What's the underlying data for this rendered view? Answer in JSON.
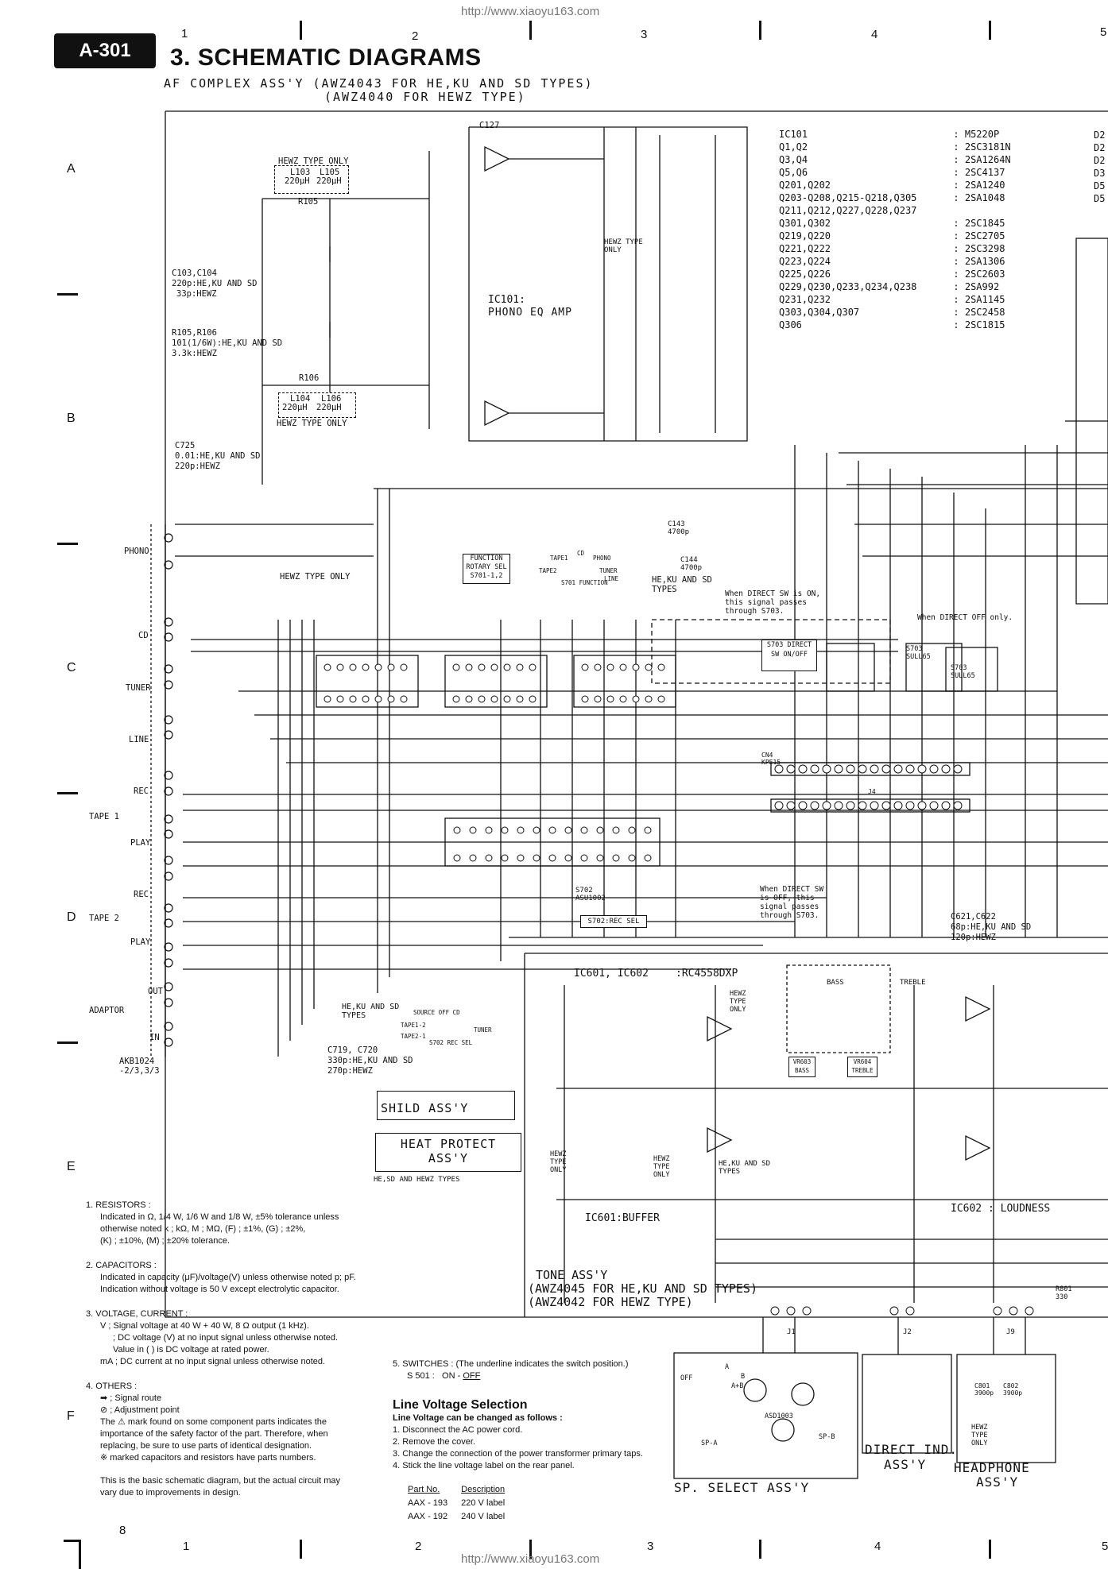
{
  "page": {
    "badge": "A-301",
    "title": "3. SCHEMATIC DIAGRAMS",
    "subtitle_line1": "AF COMPLEX  ASS'Y (AWZ4043 FOR HE,KU AND SD TYPES)",
    "subtitle_line2": "(AWZ4040 FOR HEWZ TYPE)",
    "url_top": "http://www.xiaoyu163.com",
    "url_bottom": "http://www.xiaoyu163.com",
    "page_number": "8",
    "column_numbers": [
      "1",
      "2",
      "3",
      "4",
      "5"
    ],
    "row_letters": [
      "A",
      "B",
      "C",
      "D",
      "E",
      "F"
    ]
  },
  "transistor_list": {
    "header_left": "IC101",
    "header_right": ": M5220P",
    "rows": [
      {
        "ref": "Q1,Q2",
        "part": ": 2SC3181N"
      },
      {
        "ref": "Q3,Q4",
        "part": ": 2SA1264N"
      },
      {
        "ref": "Q5,Q6",
        "part": ": 2SC4137"
      },
      {
        "ref": "Q201,Q202",
        "part": ": 2SA1240"
      },
      {
        "ref": "Q203-Q208,Q215-Q218,Q305",
        "part": ": 2SA1048"
      },
      {
        "ref": "Q211,Q212,Q227,Q228,Q237",
        "part": ""
      },
      {
        "ref": "Q301,Q302",
        "part": ": 2SC1845"
      },
      {
        "ref": "Q219,Q220",
        "part": ": 2SC2705"
      },
      {
        "ref": "Q221,Q222",
        "part": ": 2SC3298"
      },
      {
        "ref": "Q223,Q224",
        "part": ": 2SA1306"
      },
      {
        "ref": "Q225,Q226",
        "part": ": 2SC2603"
      },
      {
        "ref": "Q229,Q230,Q233,Q234,Q238",
        "part": ": 2SA992"
      },
      {
        "ref": "Q231,Q232",
        "part": ": 2SA1145"
      },
      {
        "ref": "Q303,Q304,Q307",
        "part": ": 2SC2458"
      },
      {
        "ref": "Q306",
        "part": ": 2SC1815"
      }
    ],
    "right_edge": [
      "D2",
      "D2",
      "D2",
      "D3",
      "D5",
      "D5"
    ]
  },
  "left_labels": {
    "hewz_only_top": "HEWZ TYPE ONLY",
    "l103": "L103",
    "l105": "L105",
    "l_value": "220μH",
    "r105": "R105",
    "c103_c104": "C103,C104",
    "c103_line2": "220p:HE,KU AND SD",
    "c103_line3": "33p:HEWZ",
    "r105_r106": "R105,R106",
    "r105_line2": "101(1/6W):HE,KU AND SD",
    "r105_line3": "3.3k:HEWZ",
    "r106": "R106",
    "l104": "L104",
    "l106": "L106",
    "hewz_only_bottom": "HEWZ TYPE ONLY",
    "c725": "C725",
    "c725_line2": "0.01:HE,KU AND SD",
    "c725_line3": "220p:HEWZ",
    "phono": "PHONO",
    "hewz_type_only": "HEWZ TYPE ONLY",
    "cd": "CD",
    "tuner": "TUNER",
    "line": "LINE",
    "rec": "REC",
    "tape1": "TAPE 1",
    "play": "PLAY",
    "tape2": "TAPE 2",
    "rec2": "REC",
    "play2": "PLAY",
    "out": "OUT",
    "adaptor": "ADAPTOR",
    "in": "IN",
    "akb1024": "AKB1024 -2/3,3/3"
  },
  "center_labels": {
    "c127": "C127",
    "ic101_amp_title": "IC101:",
    "ic101_amp_sub": "PHONO EQ AMP",
    "hewz_type_only_mid": "HEWZ TYPE ONLY",
    "function_rotary": "FUNCTION ROTARY SEL",
    "s701": "S701-1,2",
    "tape1_lbl": "TAPE1",
    "cd_lbl": "CD",
    "phono_lbl": "PHONO",
    "tape2_lbl": "TAPE2",
    "tuner_lbl": "TUNER",
    "line_lbl": "LINE",
    "s701_function": "S701 FUNCTION",
    "he_ku_sd_types": "HE,KU AND SD TYPES",
    "c143": "C143 4700p",
    "c144": "C144 4700p",
    "direct_on_note": "When DIRECT SW is ON, this signal passes through S703.",
    "s703_box": "S703 DIRECT SW ON/OFF",
    "direct_off_only": "When DIRECT OFF only.",
    "s703_a": "S703 SULL65",
    "s703_b": "S703 SULL65",
    "cn4": "CN4 KPE15",
    "j4": "J4",
    "direct_off_note": "When DIRECT SW is OFF, this signal passes through S703.",
    "s702": "S702 ASU1002",
    "s702_rec": "S702:REC SEL",
    "hewz_type_only_right": "HEWZ TYPE ONLY",
    "he_ku_sd_mid": "HE,KU AND SD TYPES",
    "source_off_cd": "SOURCE  OFF  CD",
    "tape_1_2": "TAPE1-2",
    "tape_2_1": "TAPE2-1",
    "tuner2": "TUNER",
    "s702_rec_sel": "S702 REC SEL",
    "c719_c720": "C719, C720",
    "c719_line2": "330p:HE,KU AND SD",
    "c719_line3": "270p:HEWZ",
    "shild": "SHILD ASS'Y",
    "heat_protect_1": "HEAT PROTECT",
    "heat_protect_2": "ASS'Y",
    "he_sd_hewz": "HE,SD AND HEWZ TYPES",
    "ic601_602": "IC601, IC602",
    "rc4558": ":RC4558DXP",
    "bass": "BASS",
    "treble": "TREBLE",
    "vr603": "VR603 BASS",
    "vr604": "VR604 TREBLE",
    "c621_c622": "C621,C622",
    "c621_line2": "68p:HE,KU AND SD",
    "c621_line3": "120p:HEWZ",
    "hewz_only_tone1": "HEWZ TYPE ONLY",
    "hewz_only_tone2": "HEWZ TYPE ONLY",
    "he_ku_sd_tone": "HE,KU AND SD TYPES",
    "ic601_buffer": "IC601:BUFFER",
    "ic602_loudness": "IC602 : LOUDNESS",
    "hewz_type_only_b": "HEWZ TYPE ONLY",
    "tone_1": "TONE ASS'Y",
    "tone_2": "(AWZ4045 FOR HE,KU AND SD TYPES)",
    "tone_3": "(AWZ4042 FOR HEWZ TYPE)",
    "r801": "R801 330",
    "j1": "J1",
    "j2": "J2",
    "j9": "J9"
  },
  "bottom_boxes": {
    "sp_select": "SP. SELECT ASS'Y",
    "direct_ind_1": "DIRECT IND.",
    "direct_ind_2": "ASS'Y",
    "headphone_1": "HEADPHONE",
    "headphone_2": "ASS'Y",
    "asd1003": "ASD1003",
    "sp_a": "SP-A",
    "sp_b": "SP-B",
    "off": "OFF",
    "a": "A",
    "b": "B",
    "ab": "A+B",
    "c801": "C801 3900p",
    "c802": "C802 3900p",
    "hewz_only_hp": "HEWZ TYPE ONLY"
  },
  "notes": {
    "resistors_h": "1. RESISTORS :",
    "resistors_1": "Indicated in Ω, 1/4 W, 1/6 W and 1/8 W, ±5% tolerance unless",
    "resistors_2": "otherwise noted k ; kΩ, M ; MΩ, (F) ; ±1%, (G) ; ±2%,",
    "resistors_3": "(K) ; ±10%, (M) ; ±20% tolerance.",
    "capacitors_h": "2. CAPACITORS :",
    "capacitors_1": "Indicated in capacity (μF)/voltage(V) unless otherwise noted p; pF.",
    "capacitors_2": "Indication without voltage is 50 V except electrolytic capacitor.",
    "voltage_h": "3. VOLTAGE, CURRENT :",
    "voltage_1": "V ; Signal voltage at 40 W + 40 W, 8 Ω output (1 kHz).",
    "voltage_2": "; DC voltage (V) at no input signal unless otherwise noted.",
    "voltage_3": "Value in ( ) is DC voltage at rated power.",
    "voltage_4": "mA ; DC current at no input signal unless otherwise noted.",
    "others_h": "4. OTHERS :",
    "others_1": "➡ ; Signal route",
    "others_2": "⊘ ; Adjustment point",
    "others_3": "The ⚠ mark found on some component parts indicates the",
    "others_4": "importance of the safety factor of the part.  Therefore, when",
    "others_5": "replacing, be sure to use parts of identical designation.",
    "others_6": "※ marked capacitors and resistors have parts numbers.",
    "basic_1": "This is the basic schematic diagram, but the actual circuit may",
    "basic_2": "vary due to improvements in design.",
    "switches_h": "5. SWITCHES : (The underline indicates the switch position.)",
    "switches_1": "S 501 :",
    "switches_on": "ON - ",
    "switches_off": "OFF",
    "line_voltage_title": "Line Voltage Selection",
    "line_voltage_sub": "Line Voltage can be changed as follows :",
    "lv_1": "1. Disconnect the AC power cord.",
    "lv_2": "2. Remove the cover.",
    "lv_3": "3. Change the connection of the power transformer primary taps.",
    "lv_4": "4. Stick the line voltage label on the rear panel.",
    "part_no_h": "Part No.",
    "desc_h": "Description",
    "part_1": "AAX - 193",
    "desc_1": "220 V label",
    "part_2": "AAX - 192",
    "desc_2": "240 V label"
  }
}
